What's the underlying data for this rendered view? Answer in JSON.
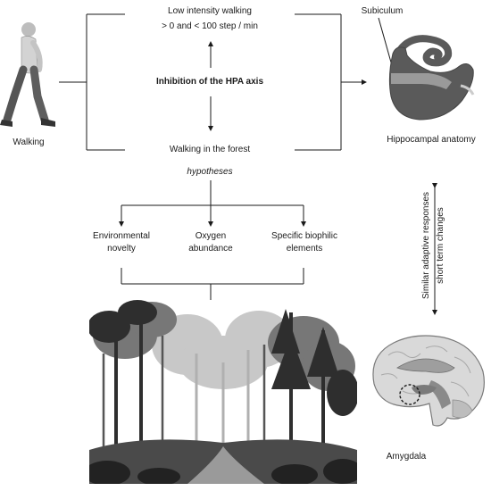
{
  "labels": {
    "walking": "Walking",
    "low_intensity_line1": "Low intensity walking",
    "low_intensity_line2": "> 0 and < 100 step / min",
    "inhibition": "Inhibition of the HPA axis",
    "forest_walk": "Walking in the forest",
    "hypotheses": "hypotheses",
    "novelty_line1": "Environmental",
    "novelty_line2": "novelty",
    "oxygen_line1": "Oxygen",
    "oxygen_line2": "abundance",
    "biophilic_line1": "Specific biophilic",
    "biophilic_line2": "elements",
    "subiculum": "Subiculum",
    "hippocampal": "Hippocampal anatomy",
    "similar_responses": "Similar adaptive responses",
    "short_term": "short term changes",
    "amygdala": "Amygdala"
  },
  "colors": {
    "line": "#1a1a1a",
    "hippocampus_dark": "#5a5a5a",
    "hippocampus_light": "#9a9a9a",
    "forest_dark": "#2e2e2e",
    "forest_mid": "#777777",
    "forest_light": "#c8c8c8"
  },
  "icons": {
    "walker": "walking-person-icon",
    "hippocampus": "hippocampus-icon",
    "brain": "brain-icon",
    "forest": "forest-illustration"
  }
}
